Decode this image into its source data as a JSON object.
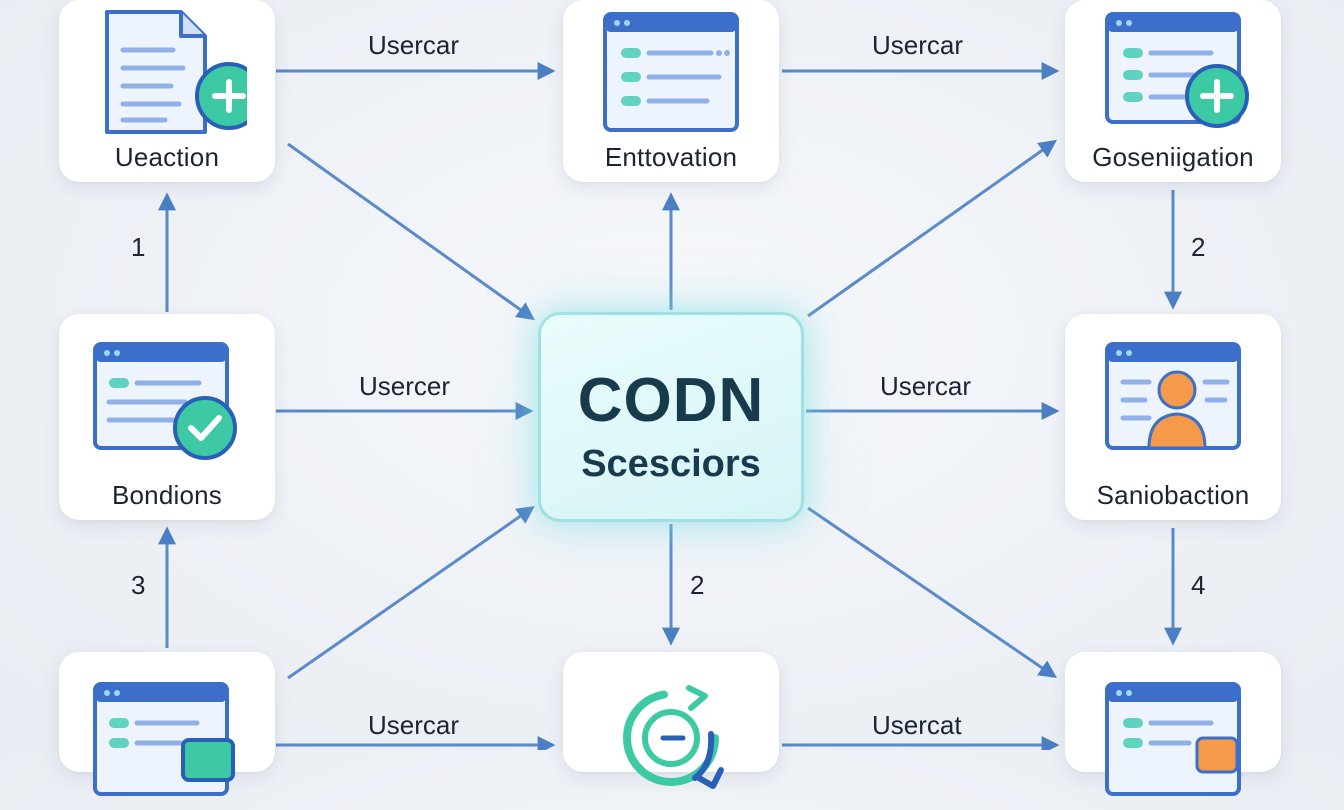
{
  "center": {
    "title": "CODN",
    "subtitle": "Scesciors"
  },
  "nodes": {
    "top_left": "Ueaction",
    "top_center": "Enttovation",
    "top_right": "Goseniigation",
    "mid_left": "Bondions",
    "mid_right": "Saniobaction",
    "bottom_left": "",
    "bottom_center": "",
    "bottom_right": ""
  },
  "edge_labels": {
    "top_left_to_top_center": "Usercar",
    "top_center_to_top_right": "Usercar",
    "mid_left_to_center": "Usercer",
    "center_to_mid_right": "Usercar",
    "bottom_left_to_bottom_center": "Usercar",
    "bottom_center_to_bottom_right": "Usercat"
  },
  "step_numbers": {
    "mid_left_to_top_left": "1",
    "top_right_to_mid_right": "2",
    "center_to_bottom_center": "2",
    "bottom_left_to_mid_left": "3",
    "mid_right_to_bottom_right": "4"
  },
  "colors": {
    "window_frame": "#3b6fc9",
    "window_lines": "#8fb0e8",
    "accent_teal": "#5fd3c0",
    "accent_green": "#35c88f",
    "arrow_blue": "#4a7fc4",
    "center_glow": "#9fe0e4",
    "person_orange": "#f59a4a"
  },
  "icons": {
    "top_left": "document-plus-icon",
    "top_center": "browser-window-icon",
    "top_right": "browser-window-plus-icon",
    "mid_left": "browser-window-check-icon",
    "mid_right": "browser-window-user-icon",
    "bottom_left": "browser-window-icon",
    "bottom_center": "refresh-cycle-icon",
    "bottom_right": "browser-window-icon"
  }
}
